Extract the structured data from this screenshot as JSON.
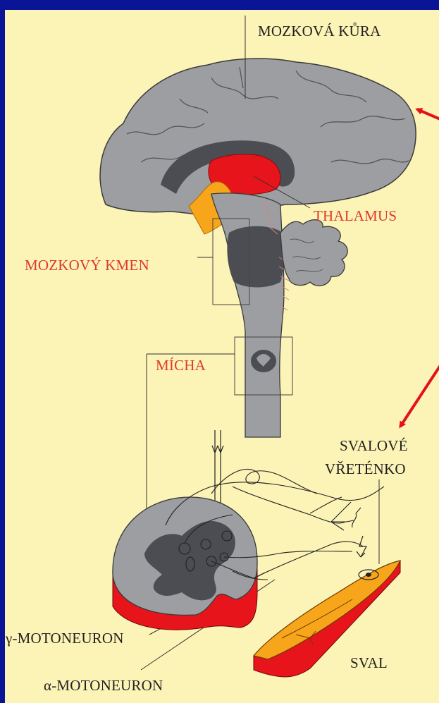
{
  "labels": {
    "cortex": "MOZKOVÁ KŮRA",
    "thalamus": "THALAMUS",
    "brainstem": "MOZKOVÝ KMEN",
    "spinal_cord": "MÍCHA",
    "spindle_line1": "SVALOVÉ",
    "spindle_line2": "VŘETÉNKO",
    "gamma": "γ-MOTONEURON",
    "muscle": "SVAL",
    "alpha": "α-MOTONEURON"
  },
  "colors": {
    "background": "#0A1496",
    "panel": "#FCF3B6",
    "tissue_gray": "#9C9EA2",
    "tissue_dark": "#4B4D52",
    "thalamus_red": "#E8141C",
    "label_red": "#E0392B",
    "muscle_orange": "#F7A51B",
    "arrow_red": "#E5101A"
  }
}
